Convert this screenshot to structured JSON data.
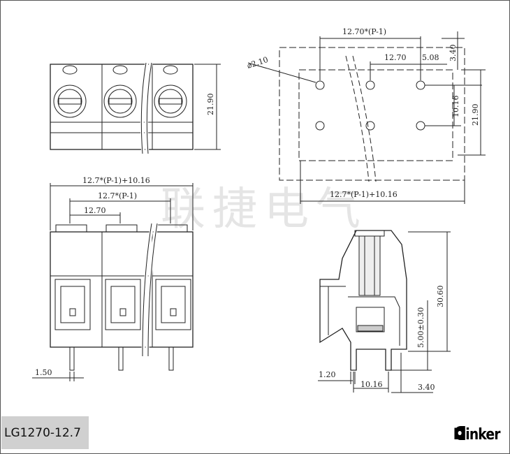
{
  "part_number": "LG1270-12.7",
  "brand": "Elinker",
  "watermark": "联捷电气",
  "front_view": {
    "height_dim": "21.90"
  },
  "pcb_layout": {
    "pitch_total": "12.70*(P-1)",
    "pitch": "12.70",
    "offset": "5.08",
    "top_offset": "3.40",
    "row_spacing": "10.16",
    "height": "21.90",
    "hole_dia": "⌀2.10",
    "width_total": "12.7*(P-1)+10.16"
  },
  "side_view": {
    "width_total": "12.7*(P-1)+10.16",
    "pitch_total": "12.7*(P-1)",
    "pitch": "12.70",
    "pin_width": "1.50"
  },
  "section_view": {
    "height": "30.60",
    "pin_length": "5.00±0.30",
    "pin_thickness": "1.20",
    "pin_spacing": "10.16",
    "rear_offset": "3.40"
  },
  "colors": {
    "line": "#222222",
    "label_bg": "#d0d0d0"
  }
}
